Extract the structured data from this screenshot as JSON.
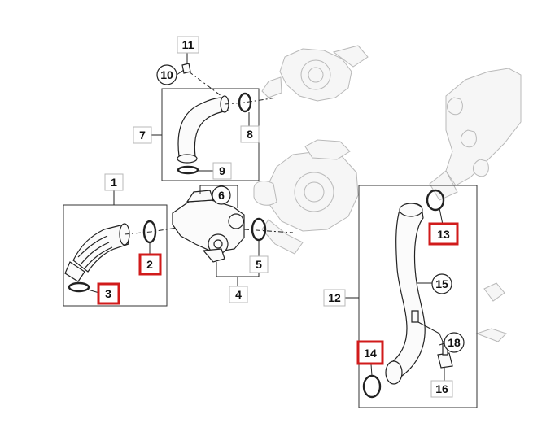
{
  "diagram": {
    "callouts": [
      {
        "id": "c1",
        "text": "1",
        "style": "plain"
      },
      {
        "id": "c2",
        "text": "2",
        "style": "highlight"
      },
      {
        "id": "c3",
        "text": "3",
        "style": "highlight"
      },
      {
        "id": "c4",
        "text": "4",
        "style": "plain"
      },
      {
        "id": "c5",
        "text": "5",
        "style": "plain"
      },
      {
        "id": "c6",
        "text": "6",
        "style": "circle"
      },
      {
        "id": "c7",
        "text": "7",
        "style": "plain"
      },
      {
        "id": "c8",
        "text": "8",
        "style": "plain"
      },
      {
        "id": "c9",
        "text": "9",
        "style": "plain"
      },
      {
        "id": "c10",
        "text": "10",
        "style": "circle"
      },
      {
        "id": "c11",
        "text": "11",
        "style": "plain"
      },
      {
        "id": "c12",
        "text": "12",
        "style": "plain"
      },
      {
        "id": "c13",
        "text": "13",
        "style": "highlight"
      },
      {
        "id": "c14",
        "text": "14",
        "style": "highlight"
      },
      {
        "id": "c15",
        "text": "15",
        "style": "circle"
      },
      {
        "id": "c16",
        "text": "16",
        "style": "plain"
      },
      {
        "id": "c18",
        "text": "18",
        "style": "circle"
      }
    ],
    "highlight_color": "#d11b1b",
    "line_color": "#222222",
    "background_part_color": "#b9b9b9"
  }
}
